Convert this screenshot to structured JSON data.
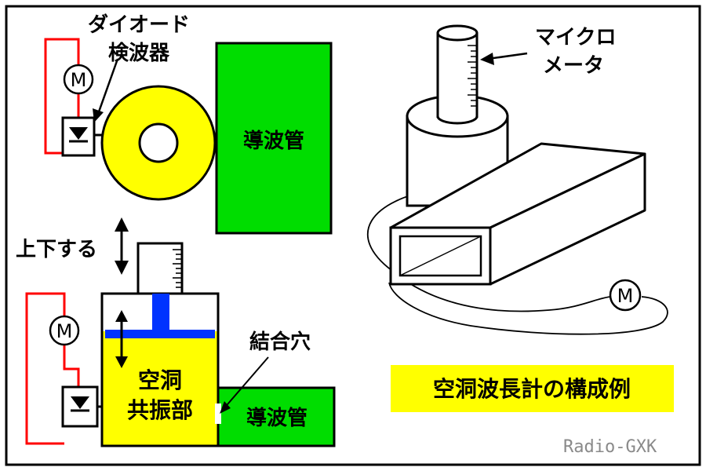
{
  "labels": {
    "diode_detector_line1": "ダイオード",
    "diode_detector_line2": "検波器",
    "waveguide_top": "導波管",
    "move_up_down": "上下する",
    "micrometer_line1": "マイクロ",
    "micrometer_line2": "メータ",
    "coupling_hole": "結合穴",
    "cavity_line1": "空洞",
    "cavity_line2": "共振部",
    "waveguide_bottom": "導波管",
    "example_title": "空洞波長計の構成例",
    "credit": "Radio-GXK"
  },
  "meter_symbol": "M",
  "colors": {
    "frame": "#000000",
    "yellow": "#ffff00",
    "green": "#00dd00",
    "blue": "#0033ff",
    "wire_red": "#ff0000",
    "credit_gray": "#8a8a8a"
  }
}
